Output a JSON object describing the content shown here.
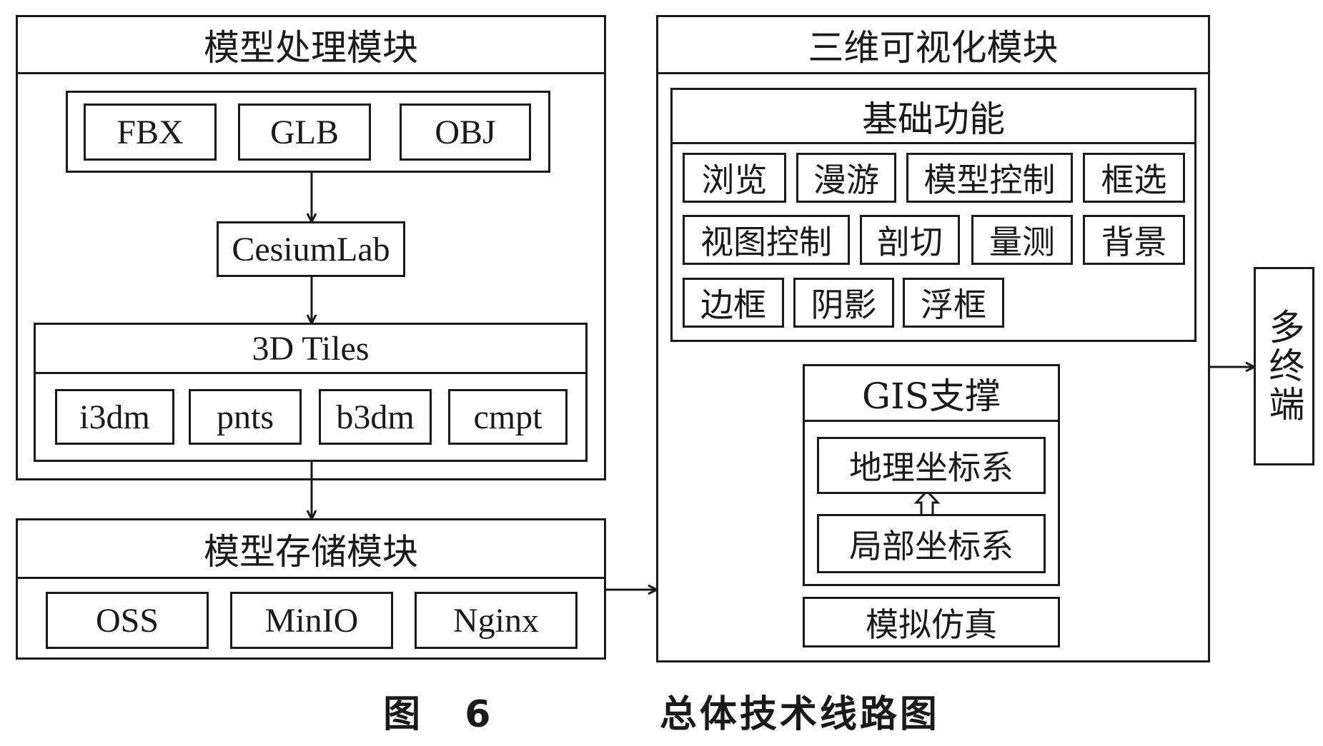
{
  "model_processing": {
    "title": "模型处理模块",
    "formats": [
      "FBX",
      "GLB",
      "OBJ"
    ],
    "tool": "CesiumLab",
    "tiles": {
      "title": "3D Tiles",
      "types": [
        "i3dm",
        "pnts",
        "b3dm",
        "cmpt"
      ]
    }
  },
  "model_storage": {
    "title": "模型存储模块",
    "items": [
      "OSS",
      "MinIO",
      "Nginx"
    ]
  },
  "visualization": {
    "title": "三维可视化模块",
    "basic": {
      "title": "基础功能",
      "functions": [
        "浏览",
        "漫游",
        "模型控制",
        "框选",
        "视图控制",
        "剖切",
        "量测",
        "背景",
        "边框",
        "阴影",
        "浮框"
      ]
    },
    "gis": {
      "title": "GIS支撑",
      "geo_coord": "地理坐标系",
      "local_coord": "局部坐标系"
    },
    "simulation": "模拟仿真"
  },
  "terminal": "多终端",
  "caption": "图 6    总体技术线路图",
  "colors": {
    "line": "#1a1a1a",
    "background": "#ffffff"
  }
}
